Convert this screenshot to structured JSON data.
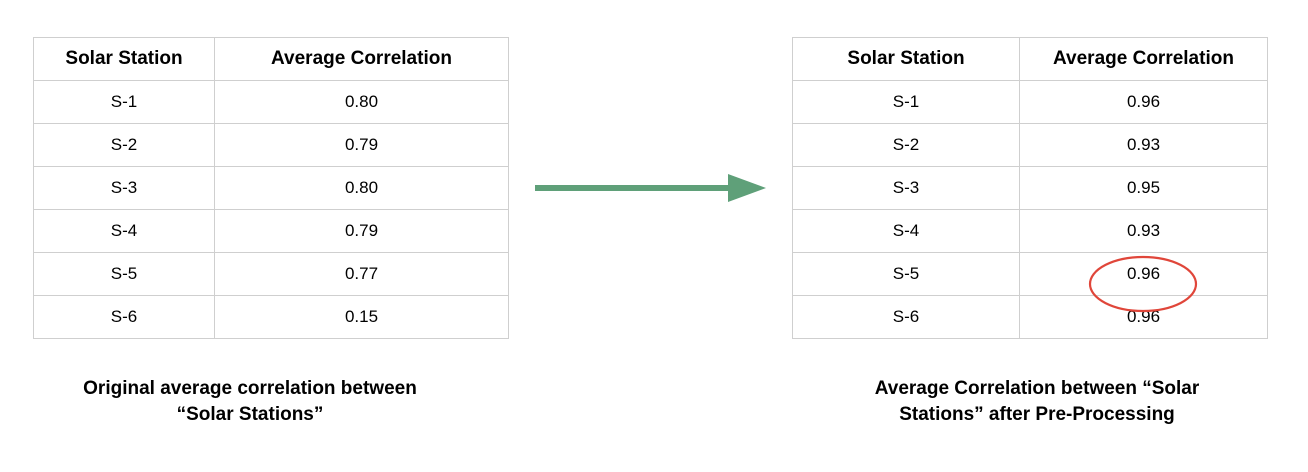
{
  "left_table": {
    "headers": [
      "Solar Station",
      "Average Correlation"
    ],
    "rows": [
      [
        "S-1",
        "0.80"
      ],
      [
        "S-2",
        "0.79"
      ],
      [
        "S-3",
        "0.80"
      ],
      [
        "S-4",
        "0.79"
      ],
      [
        "S-5",
        "0.77"
      ],
      [
        "S-6",
        "0.15"
      ]
    ]
  },
  "right_table": {
    "headers": [
      "Solar Station",
      "Average Correlation"
    ],
    "rows": [
      [
        "S-1",
        "0.96"
      ],
      [
        "S-2",
        "0.93"
      ],
      [
        "S-3",
        "0.95"
      ],
      [
        "S-4",
        "0.93"
      ],
      [
        "S-5",
        "0.96"
      ],
      [
        "S-6",
        "0.96"
      ]
    ]
  },
  "left_caption": {
    "line1": "Original average correlation between",
    "line2": "“Solar Stations”"
  },
  "right_caption": {
    "line1": "Average Correlation between “Solar",
    "line2": "Stations” after Pre-Processing"
  },
  "arrow": {
    "icon": "arrow-right-icon",
    "color": "#5fa079"
  },
  "highlight": {
    "icon": "circle-highlight-icon",
    "color": "#e0463a",
    "row_index": 4
  }
}
